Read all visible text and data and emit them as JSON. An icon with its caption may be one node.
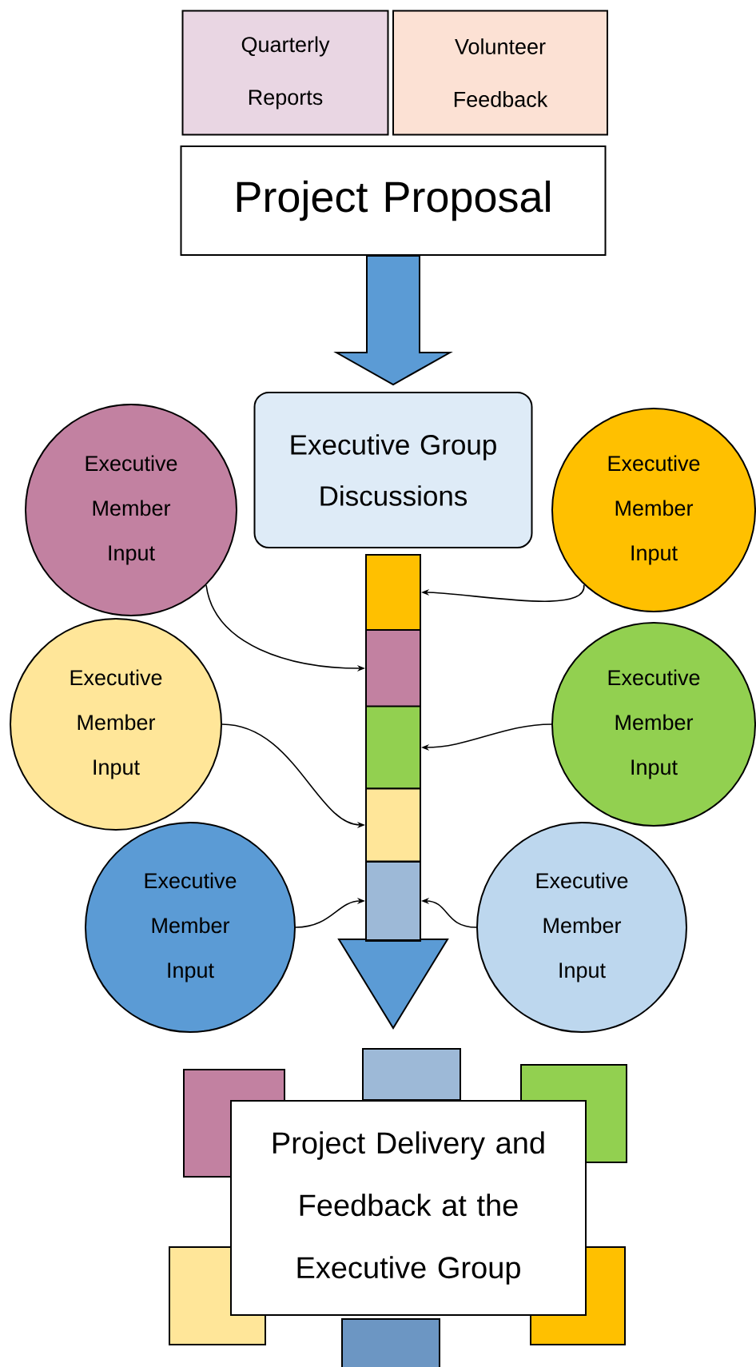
{
  "diagram": {
    "nodes": [
      {
        "text": [
          "Quarterly Reports"
        ]
      },
      {
        "text": [
          "Volunteer Feedback"
        ]
      },
      {
        "text": [
          "Project Proposal"
        ]
      },
      {
        "text": [
          "Executive Group Discussions"
        ]
      },
      {
        "text": [
          "Executive Member Input"
        ]
      },
      {
        "text": [
          "Executive Member Input"
        ]
      },
      {
        "text": [
          "Executive Member Input"
        ]
      },
      {
        "text": [
          "Executive Member Input"
        ]
      },
      {
        "text": [
          "Executive Member Input"
        ]
      },
      {
        "text": [
          "Executive Member Input"
        ]
      },
      {
        "text": [],
        "shape": "box"
      },
      {
        "text": [],
        "shape": "box"
      },
      {
        "text": [],
        "shape": "box"
      },
      {
        "text": [],
        "shape": "box"
      },
      {
        "text": [],
        "shape": "box"
      },
      {
        "text": [
          "Project Delivery and Feedback at the Executive Group"
        ]
      }
    ],
    "edges": [
      {
        "from": 2,
        "to": 3,
        "arrow": "to",
        "style": "thick",
        "color": "#5b9bd5"
      },
      {
        "from": 5,
        "to": 10,
        "arrow": "to"
      },
      {
        "from": 4,
        "to": 11,
        "arrow": "to"
      },
      {
        "from": 7,
        "to": 12,
        "arrow": "to"
      },
      {
        "from": 6,
        "to": 13,
        "arrow": "to"
      },
      {
        "from": 8,
        "to": 14,
        "arrow": "to"
      },
      {
        "from": 9,
        "to": 14,
        "arrow": "to"
      },
      {
        "from": 14,
        "to": 15,
        "arrow": "to",
        "style": "thick",
        "color": "#5b9bd5"
      }
    ]
  }
}
